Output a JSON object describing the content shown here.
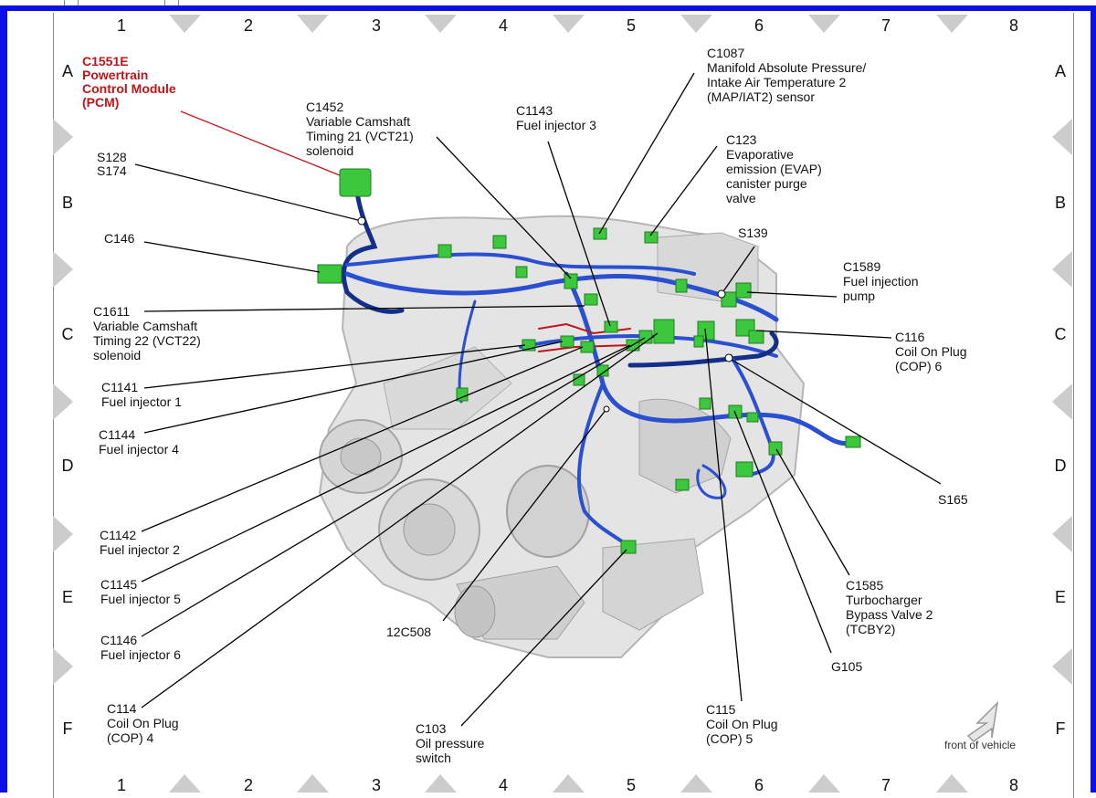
{
  "grid": {
    "columns": [
      "1",
      "2",
      "3",
      "4",
      "5",
      "6",
      "7",
      "8"
    ],
    "rows": [
      "A",
      "B",
      "C",
      "D",
      "E",
      "F"
    ]
  },
  "pcm": [
    "C1551E",
    "Powertrain",
    "Control Module",
    "(PCM)"
  ],
  "labels": {
    "c1452": [
      "C1452",
      "Variable Camshaft",
      "Timing 21 (VCT21)",
      "solenoid"
    ],
    "s128": [
      "S128",
      "S174"
    ],
    "c146": [
      "C146"
    ],
    "c1611": [
      "C1611",
      "Variable Camshaft",
      "Timing 22 (VCT22)",
      "solenoid"
    ],
    "c1141": [
      "C1141",
      "Fuel injector 1"
    ],
    "c1144": [
      "C1144",
      "Fuel injector 4"
    ],
    "c1142": [
      "C1142",
      "Fuel injector 2"
    ],
    "c1145": [
      "C1145",
      "Fuel injector 5"
    ],
    "c1146": [
      "C1146",
      "Fuel injector 6"
    ],
    "c114": [
      "C114",
      "Coil On Plug",
      "(COP) 4"
    ],
    "c1143": [
      "C1143",
      "Fuel injector 3"
    ],
    "c1087": [
      "C1087",
      "Manifold Absolute Pressure/",
      "Intake Air Temperature 2",
      "(MAP/IAT2) sensor"
    ],
    "c123": [
      "C123",
      "Evaporative",
      "emission (EVAP)",
      "canister purge",
      "valve"
    ],
    "s139": [
      "S139"
    ],
    "c1589": [
      "C1589",
      "Fuel injection",
      "pump"
    ],
    "c116": [
      "C116",
      "Coil On Plug",
      "(COP) 6"
    ],
    "s165": [
      "S165"
    ],
    "c1585": [
      "C1585",
      "Turbocharger",
      "Bypass Valve 2",
      "(TCBY2)"
    ],
    "g105": [
      "G105"
    ],
    "c115": [
      "C115",
      "Coil On Plug",
      "(COP) 5"
    ],
    "c103": [
      "C103",
      "Oil pressure",
      "switch"
    ],
    "c12508": [
      "12C508"
    ]
  },
  "front_of_vehicle": "front of vehicle",
  "colors": {
    "harness": "#2a4fd0",
    "harness_dark": "#142f8a",
    "connector": "#3cc83c",
    "pcm_red": "#c0141b",
    "frame_blue": "#0a10e8"
  }
}
